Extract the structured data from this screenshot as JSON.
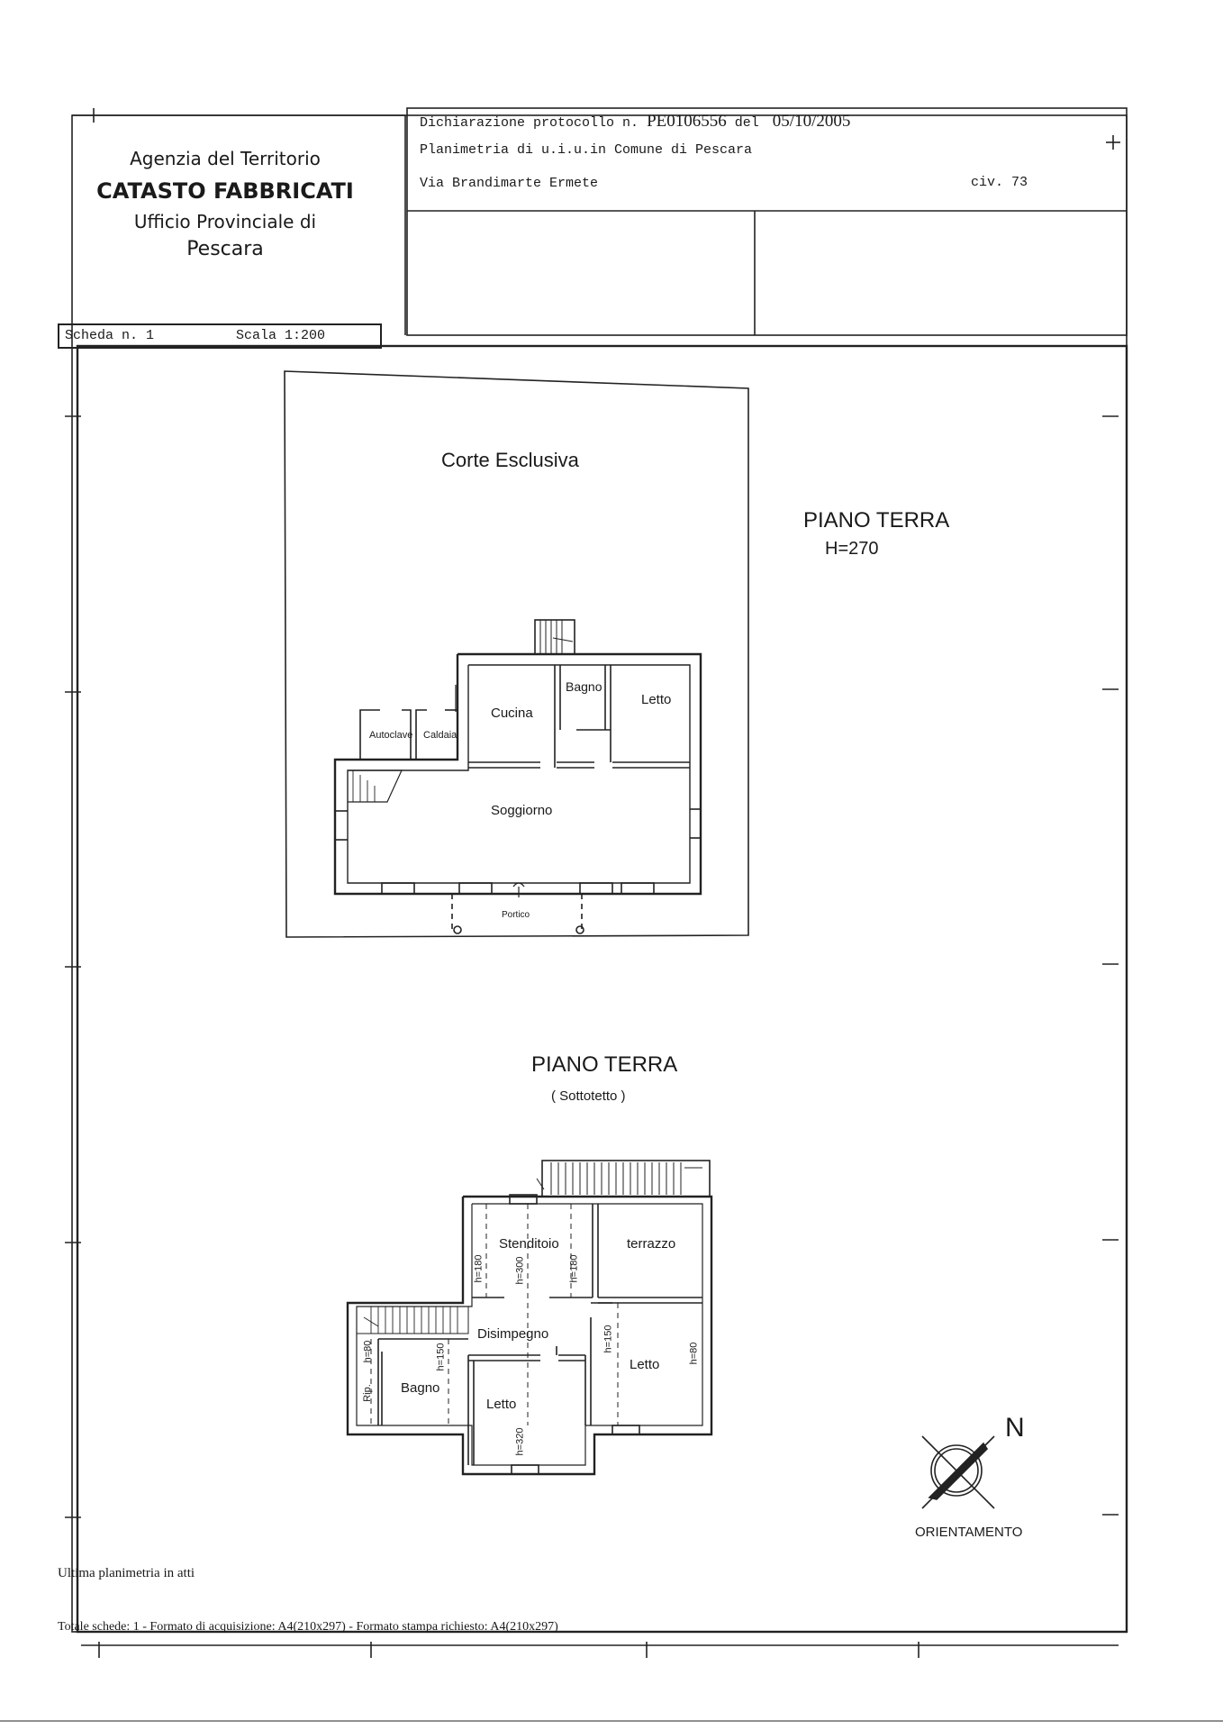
{
  "header": {
    "agency_line1": "Agenzia del Territorio",
    "agency_line2": "CATASTO FABBRICATI",
    "agency_line3": "Ufficio Provinciale di",
    "agency_line4": "Pescara",
    "protocol_label": "Dichiarazione protocollo n.",
    "protocol_number": "PE0106556",
    "protocol_del": "del",
    "protocol_date": "05/10/2005",
    "planimetry_line": "Planimetria di u.i.u.in Comune di Pescara",
    "address": "Via Brandimarte Ermete",
    "civic": "civ. 73"
  },
  "sheet": {
    "scheda": "Scheda n. 1",
    "scala": "Scala 1:200"
  },
  "ground_floor": {
    "title": "PIANO TERRA",
    "height": "H=270",
    "corte": "Corte Esclusiva",
    "rooms": {
      "cucina": "Cucina",
      "bagno": "Bagno",
      "letto": "Letto",
      "autoclave": "Autoclave",
      "caldaia": "Caldaia",
      "soggiorno": "Soggiorno",
      "portico": "Portico"
    }
  },
  "attic_floor": {
    "title": "PIANO TERRA",
    "subtitle": "( Sottotetto )",
    "rooms": {
      "stenditoio": "Stenditoio",
      "terrazzo": "terrazzo",
      "disimpegno": "Disimpegno",
      "bagno": "Bagno",
      "letto_left": "Letto",
      "letto_right": "Letto",
      "rip": "Rip."
    },
    "heights": {
      "h180a": "h=180",
      "h300": "h=300",
      "h180b": "h=180",
      "h80a": "h=80",
      "h150a": "h=150",
      "h150b": "h=150",
      "h80b": "h=80",
      "h320": "h=320"
    }
  },
  "orientation": {
    "north": "N",
    "label": "ORIENTAMENTO"
  },
  "footer": {
    "last_plan": "Ultima planimetria in atti",
    "totals": "Totale schede: 1 - Formato di acquisizione: A4(210x297)  - Formato stampa richiesto: A4(210x297)"
  }
}
